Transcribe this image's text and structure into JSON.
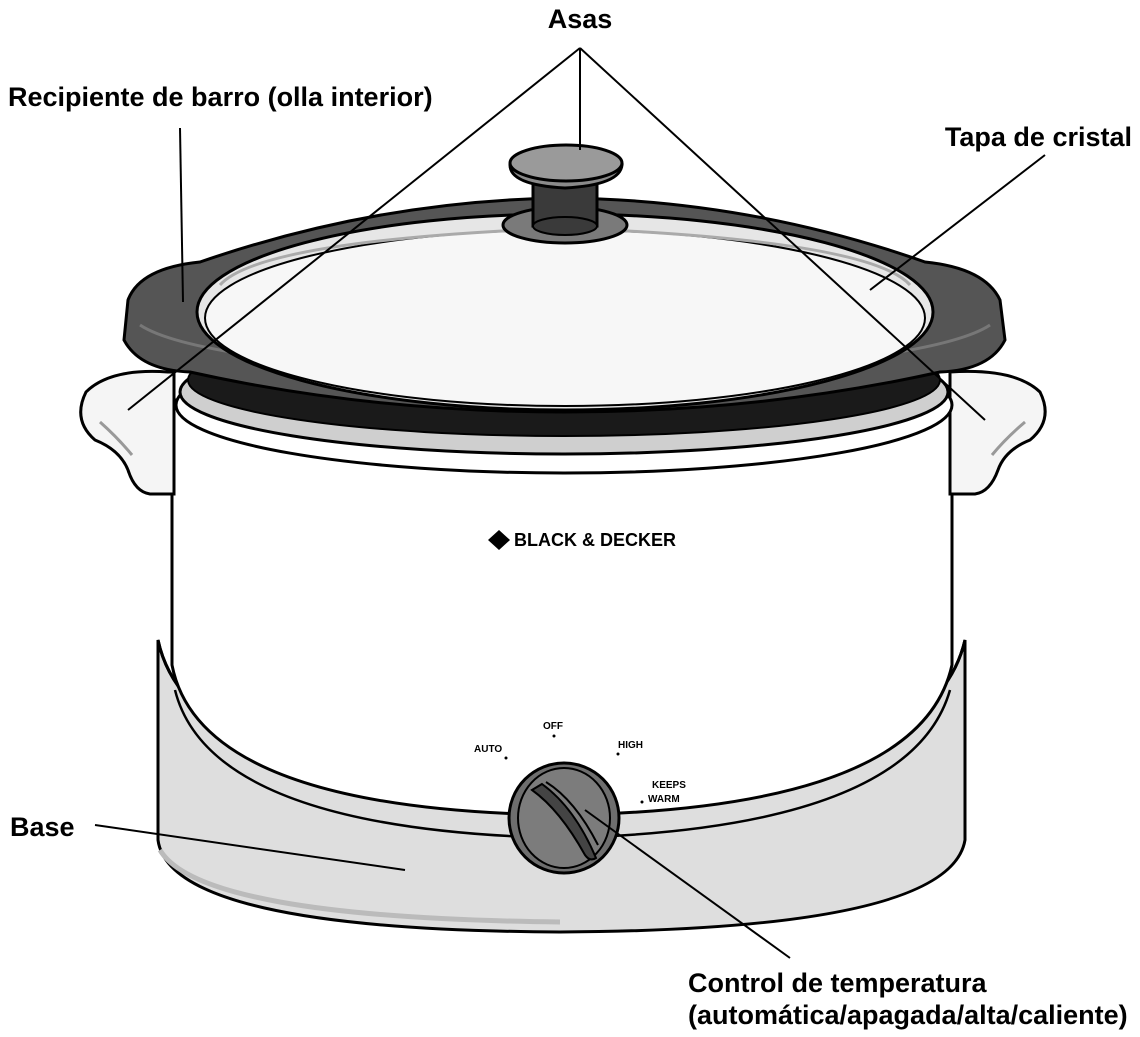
{
  "labels": {
    "handles": "Asas",
    "stoneware": "Recipiente de barro (olla interior)",
    "glass_lid": "Tapa de cristal",
    "base": "Base",
    "temp_control_line1": "Control de temperatura",
    "temp_control_line2": "(automática/apagada/alta/caliente)"
  },
  "brand": "BLACK & DECKER",
  "dial_settings": {
    "off": "OFF",
    "auto": "AUTO",
    "high": "HIGH",
    "keep_warm_line1": "KEEPS",
    "keep_warm_line2": "WARM"
  },
  "colors": {
    "outline": "#000000",
    "rim_dark": "#4a4a4a",
    "lid_glass": "#e9e9e9",
    "base_band": "#dedede",
    "knob": "#6e6e6e"
  }
}
